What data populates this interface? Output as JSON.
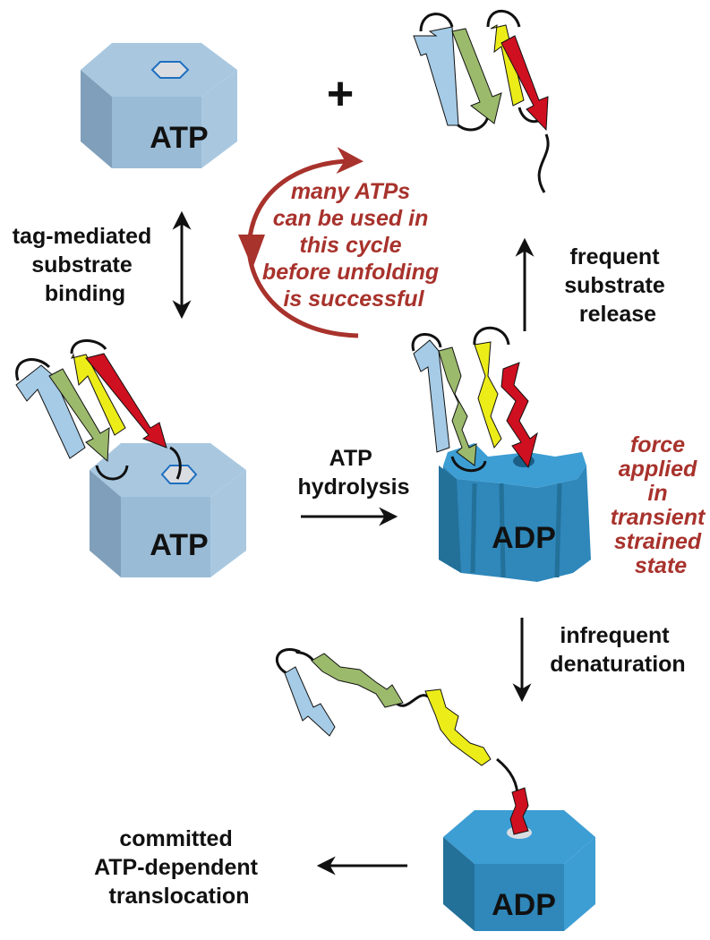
{
  "colors": {
    "pale_blue": "#a9c8e0",
    "pale_blue_side": "#94b6d1",
    "pale_blue_front": "#7f9fba",
    "bright_blue": "#3d9ed4",
    "bright_blue_side": "#2f87ba",
    "bright_blue_front": "#237099",
    "strand_blue": "#a5cbe6",
    "strand_green": "#9cba6c",
    "strand_yellow": "#ecec19",
    "strand_red": "#cf1020",
    "note_red": "#a8322c",
    "arrow": "#111111"
  },
  "complexes": {
    "atp_free": "ATP",
    "atp_bound": "ATP",
    "adp_strained": "ADP",
    "adp_committed": "ADP"
  },
  "symbols": {
    "plus": "+"
  },
  "labels": {
    "binding": [
      "tag-mediated",
      "substrate",
      "binding"
    ],
    "hydrolysis": [
      "ATP",
      "hydrolysis"
    ],
    "release": [
      "frequent",
      "substrate",
      "release"
    ],
    "denaturation": [
      "infrequent",
      "denaturation"
    ],
    "translocation": [
      "committed",
      "ATP-dependent",
      "translocation"
    ]
  },
  "notes": {
    "cycle": [
      "many ATPs",
      "can be used in",
      "this cycle",
      "before unfolding",
      "is successful"
    ],
    "force": [
      "force",
      "applied",
      "in",
      "transient",
      "strained",
      "state"
    ]
  }
}
